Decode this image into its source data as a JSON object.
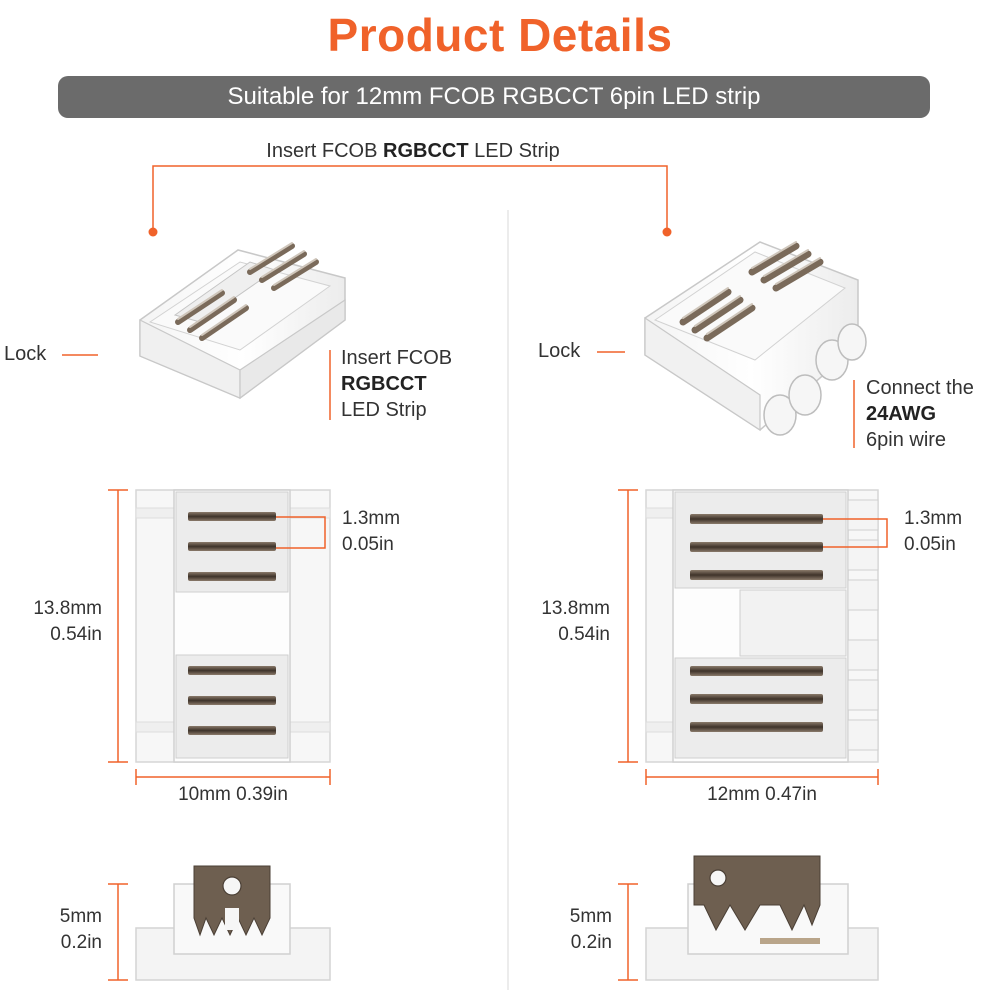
{
  "header": {
    "title": "Product Details",
    "subtitle": "Suitable for 12mm FCOB RGBCCT 6pin LED strip"
  },
  "top_label": {
    "pre": "Insert FCOB ",
    "bold": "RGBCCT",
    "post": " LED Strip"
  },
  "left_connector": {
    "lock_label": "Lock",
    "insert_line1": "Insert FCOB",
    "insert_line2": "RGBCCT",
    "insert_line3": "LED Strip",
    "pitch_mm": "1.3mm",
    "pitch_in": "0.05in",
    "height_mm": "13.8mm",
    "height_in": "0.54in",
    "width": "10mm 0.39in",
    "thickness_mm": "5mm",
    "thickness_in": "0.2in"
  },
  "right_connector": {
    "lock_label": "Lock",
    "wire_line1": "Connect the",
    "wire_line2": "24AWG",
    "wire_line3": "6pin wire",
    "pitch_mm": "1.3mm",
    "pitch_in": "0.05in",
    "height_mm": "13.8mm",
    "height_in": "0.54in",
    "width": "12mm 0.47in",
    "thickness_mm": "5mm",
    "thickness_in": "0.2in"
  },
  "colors": {
    "accent": "#f0622a",
    "banner": "#6b6b6b",
    "text": "#333333",
    "contact": "#4a3f35"
  }
}
